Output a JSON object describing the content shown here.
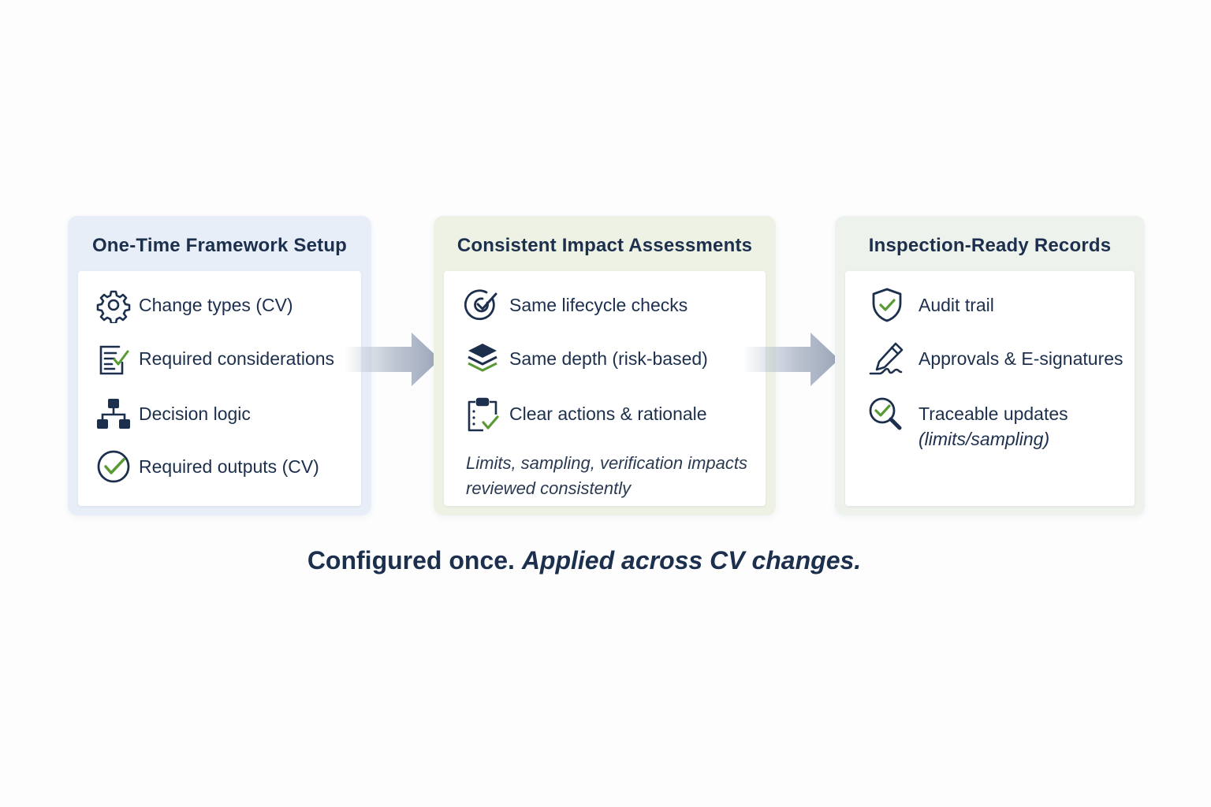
{
  "panels": [
    {
      "title": "One-Time Framework Setup",
      "items": [
        {
          "label": "Change types (CV)",
          "icon": "gear-icon"
        },
        {
          "label": "Required considerations",
          "icon": "checklist-icon"
        },
        {
          "label": "Decision logic",
          "icon": "hierarchy-icon"
        },
        {
          "label": "Required outputs (CV)",
          "icon": "check-circle-icon"
        }
      ]
    },
    {
      "title": "Consistent Impact Assessments",
      "items": [
        {
          "label": "Same lifecycle checks",
          "icon": "target-check-icon"
        },
        {
          "label": "Same depth (risk-based)",
          "icon": "layers-icon"
        },
        {
          "label": "Clear actions & rationale",
          "icon": "clipboard-check-icon"
        }
      ],
      "note": "Limits, sampling, verification impacts reviewed consistently"
    },
    {
      "title": "Inspection-Ready Records",
      "items": [
        {
          "label": "Audit trail",
          "icon": "shield-check-icon"
        },
        {
          "label": "Approvals & E-signatures",
          "icon": "pen-signature-icon"
        },
        {
          "label": "Traceable updates",
          "sub": "(limits/sampling)",
          "icon": "magnifier-check-icon"
        }
      ]
    }
  ],
  "footer": {
    "part1": "Configured once.",
    "part2": "Applied across CV changes."
  },
  "colors": {
    "navy": "#1c2f4d",
    "green": "#5a9a35",
    "panel_blue": "#e8eef7",
    "panel_green": "#edf2e5",
    "arrow": "#a7b1c2"
  }
}
